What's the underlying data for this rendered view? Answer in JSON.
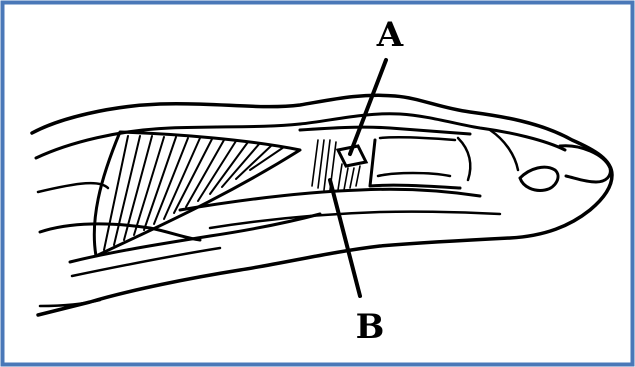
{
  "figure": {
    "subject": "finger-anatomy-lateral-view",
    "labels": [
      {
        "id": "label-a",
        "text": "A"
      },
      {
        "id": "label-b",
        "text": "B"
      }
    ],
    "colors": {
      "border": "#4a78b8",
      "ink": "#000000",
      "background": "#ffffff"
    }
  }
}
